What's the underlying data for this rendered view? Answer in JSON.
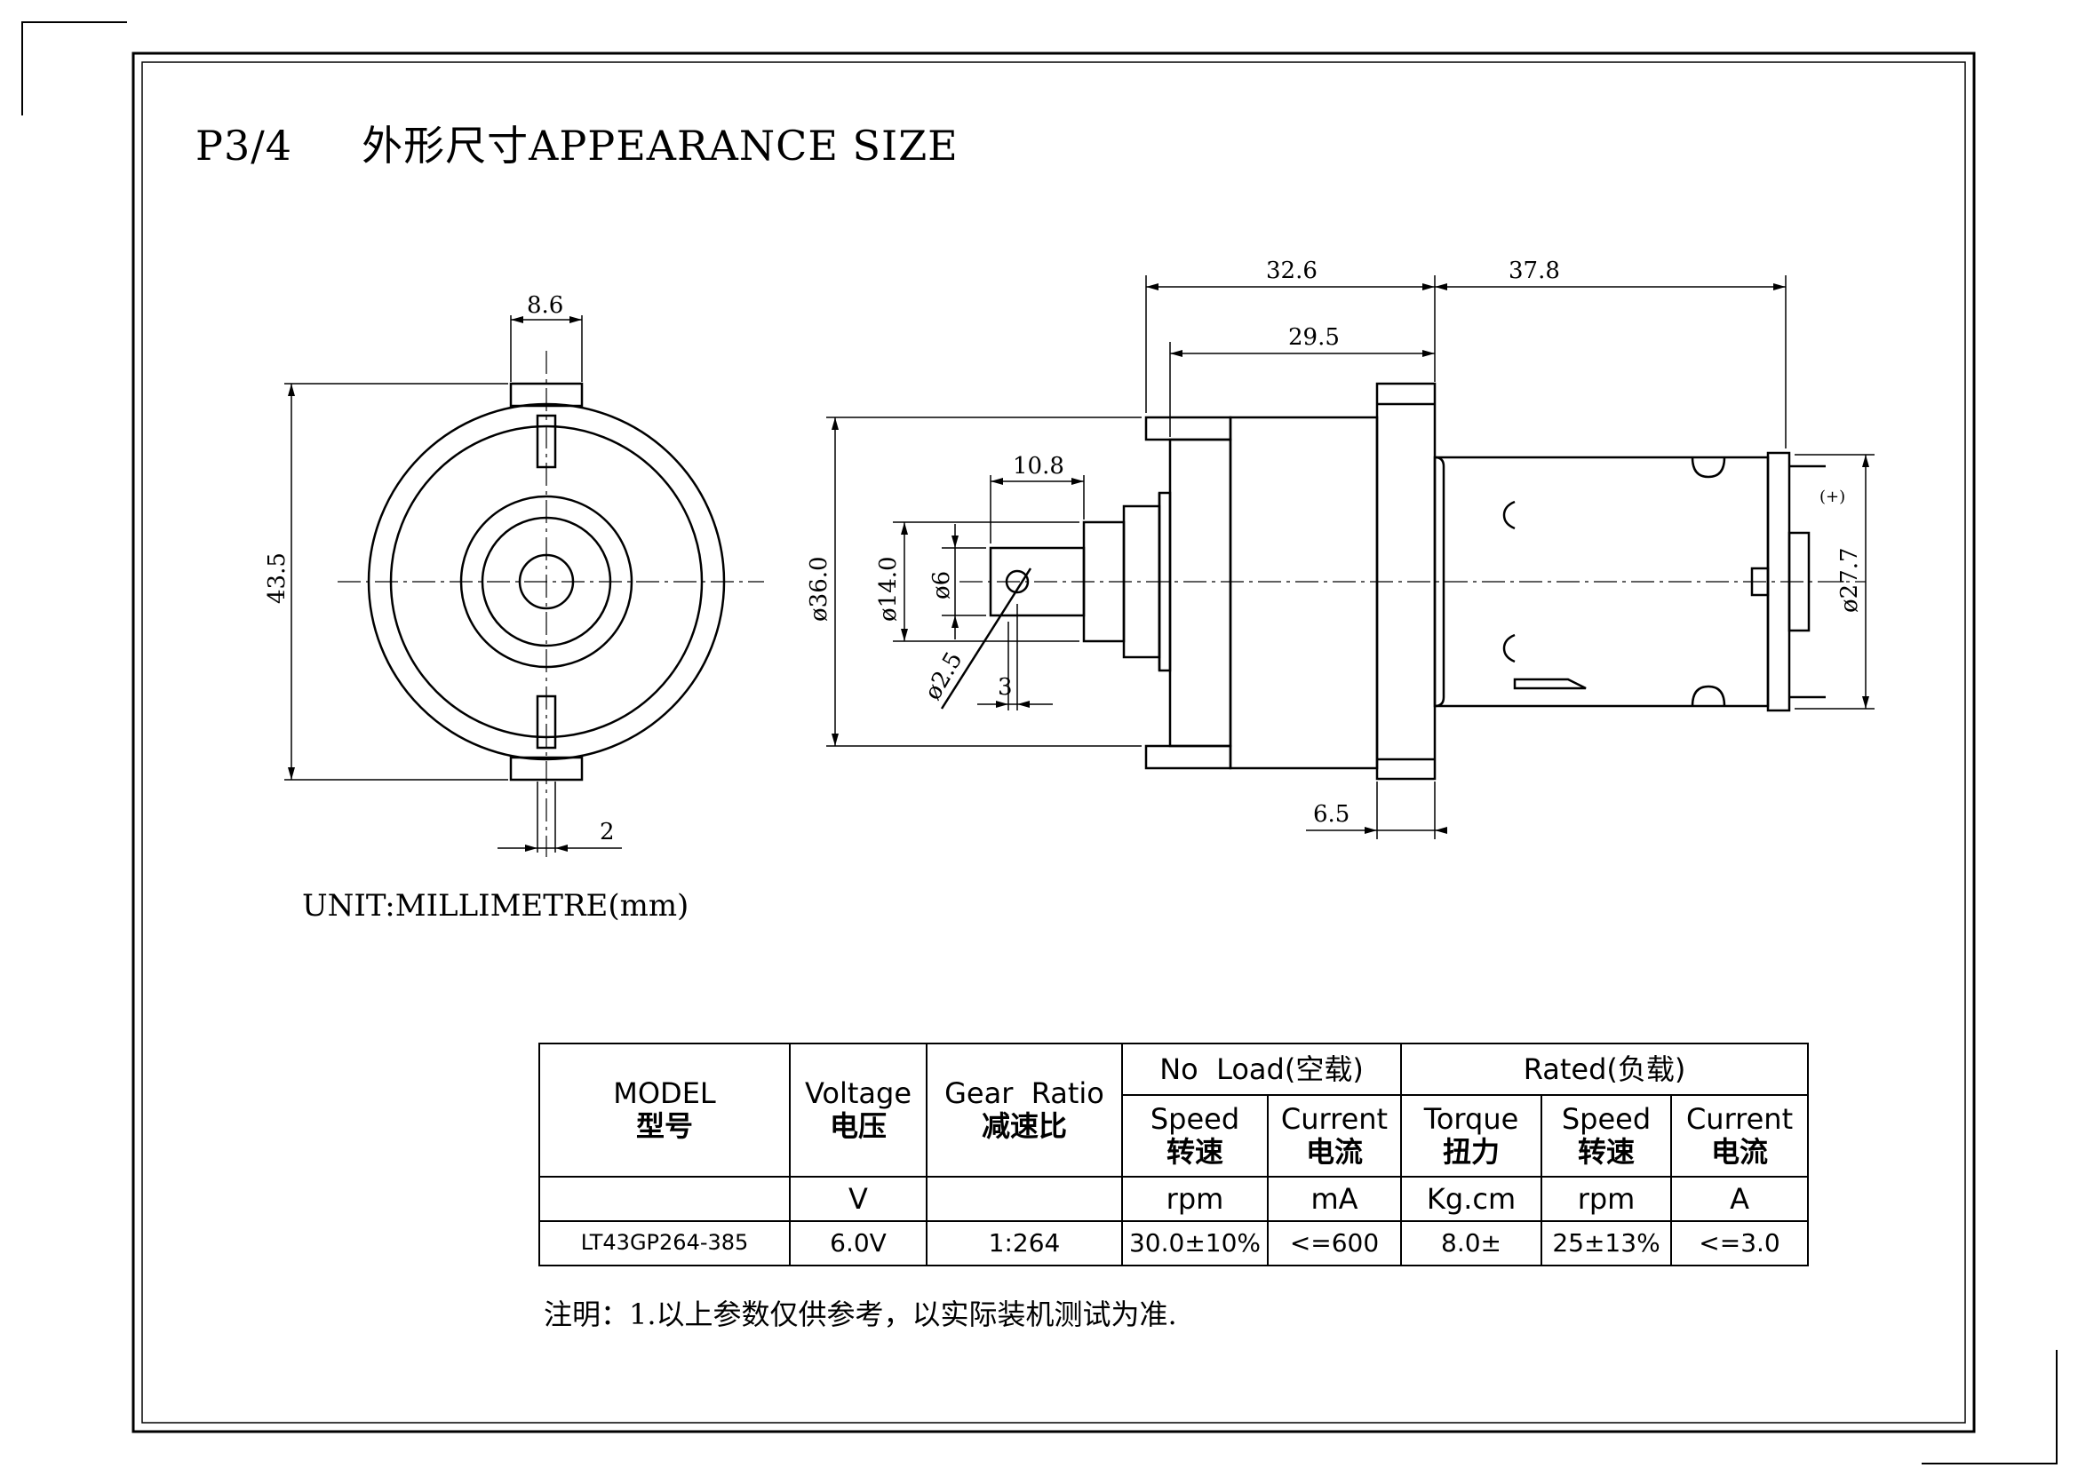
{
  "title": "P3/4     外形尺寸APPEARANCE SIZE",
  "unit_note": "UNIT:MILLIMETRE(mm)",
  "footnote": "注明：1.以上参数仅供参考，以实际装机测试为准.",
  "dimensions": {
    "front_width": "8.6",
    "front_height": "43.5",
    "front_slot": "2",
    "len_total_front": "32.6",
    "len_motor": "37.8",
    "len_gearbox": "29.5",
    "shaft_len": "10.8",
    "dia_gearbox": "ø36.0",
    "dia_boss": "ø14.0",
    "dia_shaft": "ø6",
    "dia_hole": "ø2.5",
    "hole_offset": "3",
    "flange_thick": "6.5",
    "dia_motor": "ø27.7",
    "terminal_plus": "(+)"
  },
  "table": {
    "header": {
      "model": "MODEL",
      "model_cn": "型号",
      "voltage": "Voltage",
      "voltage_cn": "电压",
      "gear_ratio": "Gear  Ratio",
      "gear_ratio_cn": "减速比",
      "no_load": "No  Load(空载)",
      "rated": "Rated(负载)",
      "nl_speed": "Speed",
      "nl_speed_cn": "转速",
      "nl_current": "Current",
      "nl_current_cn": "电流",
      "r_torque": "Torque",
      "r_torque_cn": "扭力",
      "r_speed": "Speed",
      "r_speed_cn": "转速",
      "r_current": "Current",
      "r_current_cn": "电流"
    },
    "units": {
      "voltage": "V",
      "gear_ratio": "",
      "nl_speed": "rpm",
      "nl_current": "mA",
      "r_torque": "Kg.cm",
      "r_speed": "rpm",
      "r_current": "A"
    },
    "row": {
      "model": "LT43GP264-385",
      "voltage": "6.0V",
      "gear_ratio": "1:264",
      "nl_speed": "30.0±10%",
      "nl_current": "<=600",
      "r_torque": "8.0±",
      "r_speed": "25±13%",
      "r_current": "<=3.0"
    }
  }
}
